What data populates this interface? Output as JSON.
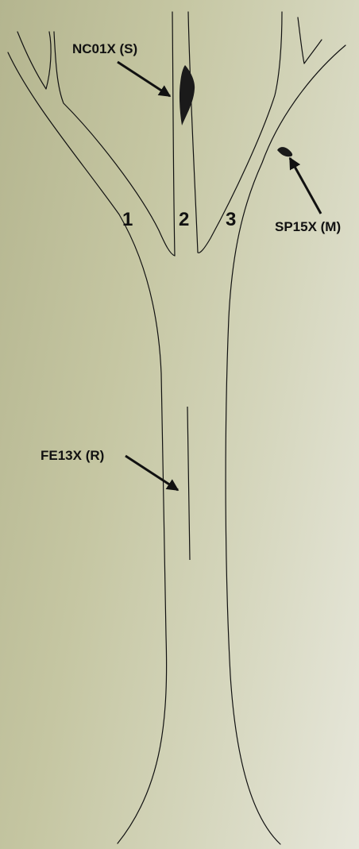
{
  "colors": {
    "background_left": "#b4b58f",
    "background_right": "#e7e7db",
    "line": "#111111",
    "defect_fill": "#1a1a1a"
  },
  "stems": [
    {
      "number": "1"
    },
    {
      "number": "2"
    },
    {
      "number": "3"
    }
  ],
  "defects": [
    {
      "code": "NC01X (S)",
      "type": "canker",
      "icon": "dark-lens-mark"
    },
    {
      "code": "SP15X (M)",
      "type": "blob",
      "icon": "small-dark-blob"
    },
    {
      "code": "FE13X (R)",
      "type": "crack",
      "icon": "vertical-seam-line"
    }
  ]
}
